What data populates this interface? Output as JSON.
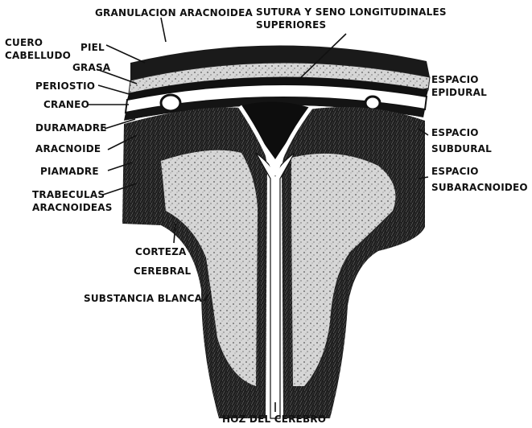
{
  "labels": {
    "granulacion": "GRANULACION ARACNOIDEA",
    "sutura_1": "SUTURA Y SENO LONGITUDINALES",
    "sutura_2": "SUPERIORES",
    "cuero_1": "CUERO",
    "cuero_2": "CABELLUDO",
    "piel": "PIEL",
    "grasa": "GRASA",
    "periostio": "PERIOSTIO",
    "craneo": "CRANEO",
    "duramadre": "DURAMADRE",
    "aracnoide": "ARACNOIDE",
    "piamadre": "PIAMADRE",
    "trabeculas_1": "TRABECULAS",
    "trabeculas_2": "ARACNOIDEAS",
    "corteza_1": "CORTEZA",
    "corteza_2": "CEREBRAL",
    "substancia": "SUBSTANCIA BLANCA",
    "espacio_epidural_1": "ESPACIO",
    "espacio_epidural_2": "EPIDURAL",
    "espacio_subdural_1": "ESPACIO",
    "espacio_subdural_2": "SUBDURAL",
    "espacio_subaracnoideo_1": "ESPACIO",
    "espacio_subaracnoideo_2": "SUBARACNOIDEO",
    "hoz": "HOZ DEL CEREBRO"
  },
  "colors": {
    "ink": "#111111",
    "paper": "#ffffff",
    "tissue": "#2a2a2a",
    "white_matter": "#d9d9d9"
  }
}
